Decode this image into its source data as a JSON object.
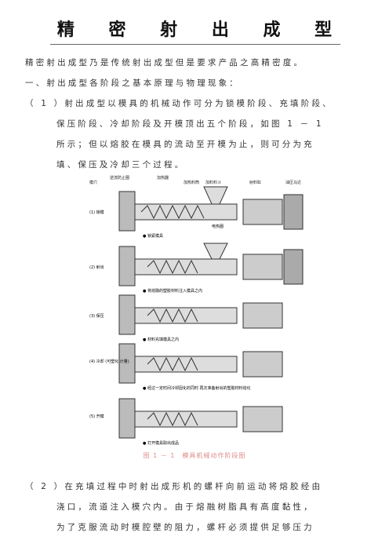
{
  "title": "精 密 射 出 成 型",
  "intro": "精密射出成型乃是传统射出成型但是要求产品之高精密度。",
  "section1": "一、射出成型各阶段之基本原理与物理现象：",
  "para1_lines": [
    "（ 1 ）射出成型以模具的机械动作可分为锁模阶段、充填阶段、",
    "保压阶段、冷却阶段及开模顶出五个阶段，如图 1 － 1",
    "所示；但以熔胶在模具的流动至开模为止，则可分为充",
    "填、保压及冷却三个过程。"
  ],
  "figure": {
    "top_labels": [
      "模穴",
      "逆流防止圈",
      "加热器",
      "加料料斗",
      "射料缸",
      "油压马达"
    ],
    "top_label_extra": "加热料筒",
    "stages": [
      {
        "label": "(1) 锁模",
        "note": "● 锁紧模具"
      },
      {
        "label": "(2) 射出",
        "note": "● 将熔融的塑胶材料注入模具之内"
      },
      {
        "label": "(3) 保压",
        "note": "● 材料充填模具之内"
      },
      {
        "label": "(4) 冷却\n(可塑化\n计量)",
        "note": "● 经过一定时间冷却固化的同时\n再次准备射出的塑胶材料熔化"
      },
      {
        "label": "(5) 开模",
        "note": "● 打开模具取出成品"
      }
    ],
    "screw_label": "电热圈",
    "caption": "图 1 － 1　模具机械动作阶段图"
  },
  "para2_lines": [
    "（ 2 ）在充填过程中时射出成形机的螺杆向前运动将熔胶经由",
    "浇口，流道注入模穴内。由于熔融树脂具有高度黏性，",
    "为了克服流动时模腔壁的阻力，螺杆必须提供足够压力"
  ],
  "colors": {
    "caption": "#e08a8a",
    "text": "#2b2b2b"
  }
}
